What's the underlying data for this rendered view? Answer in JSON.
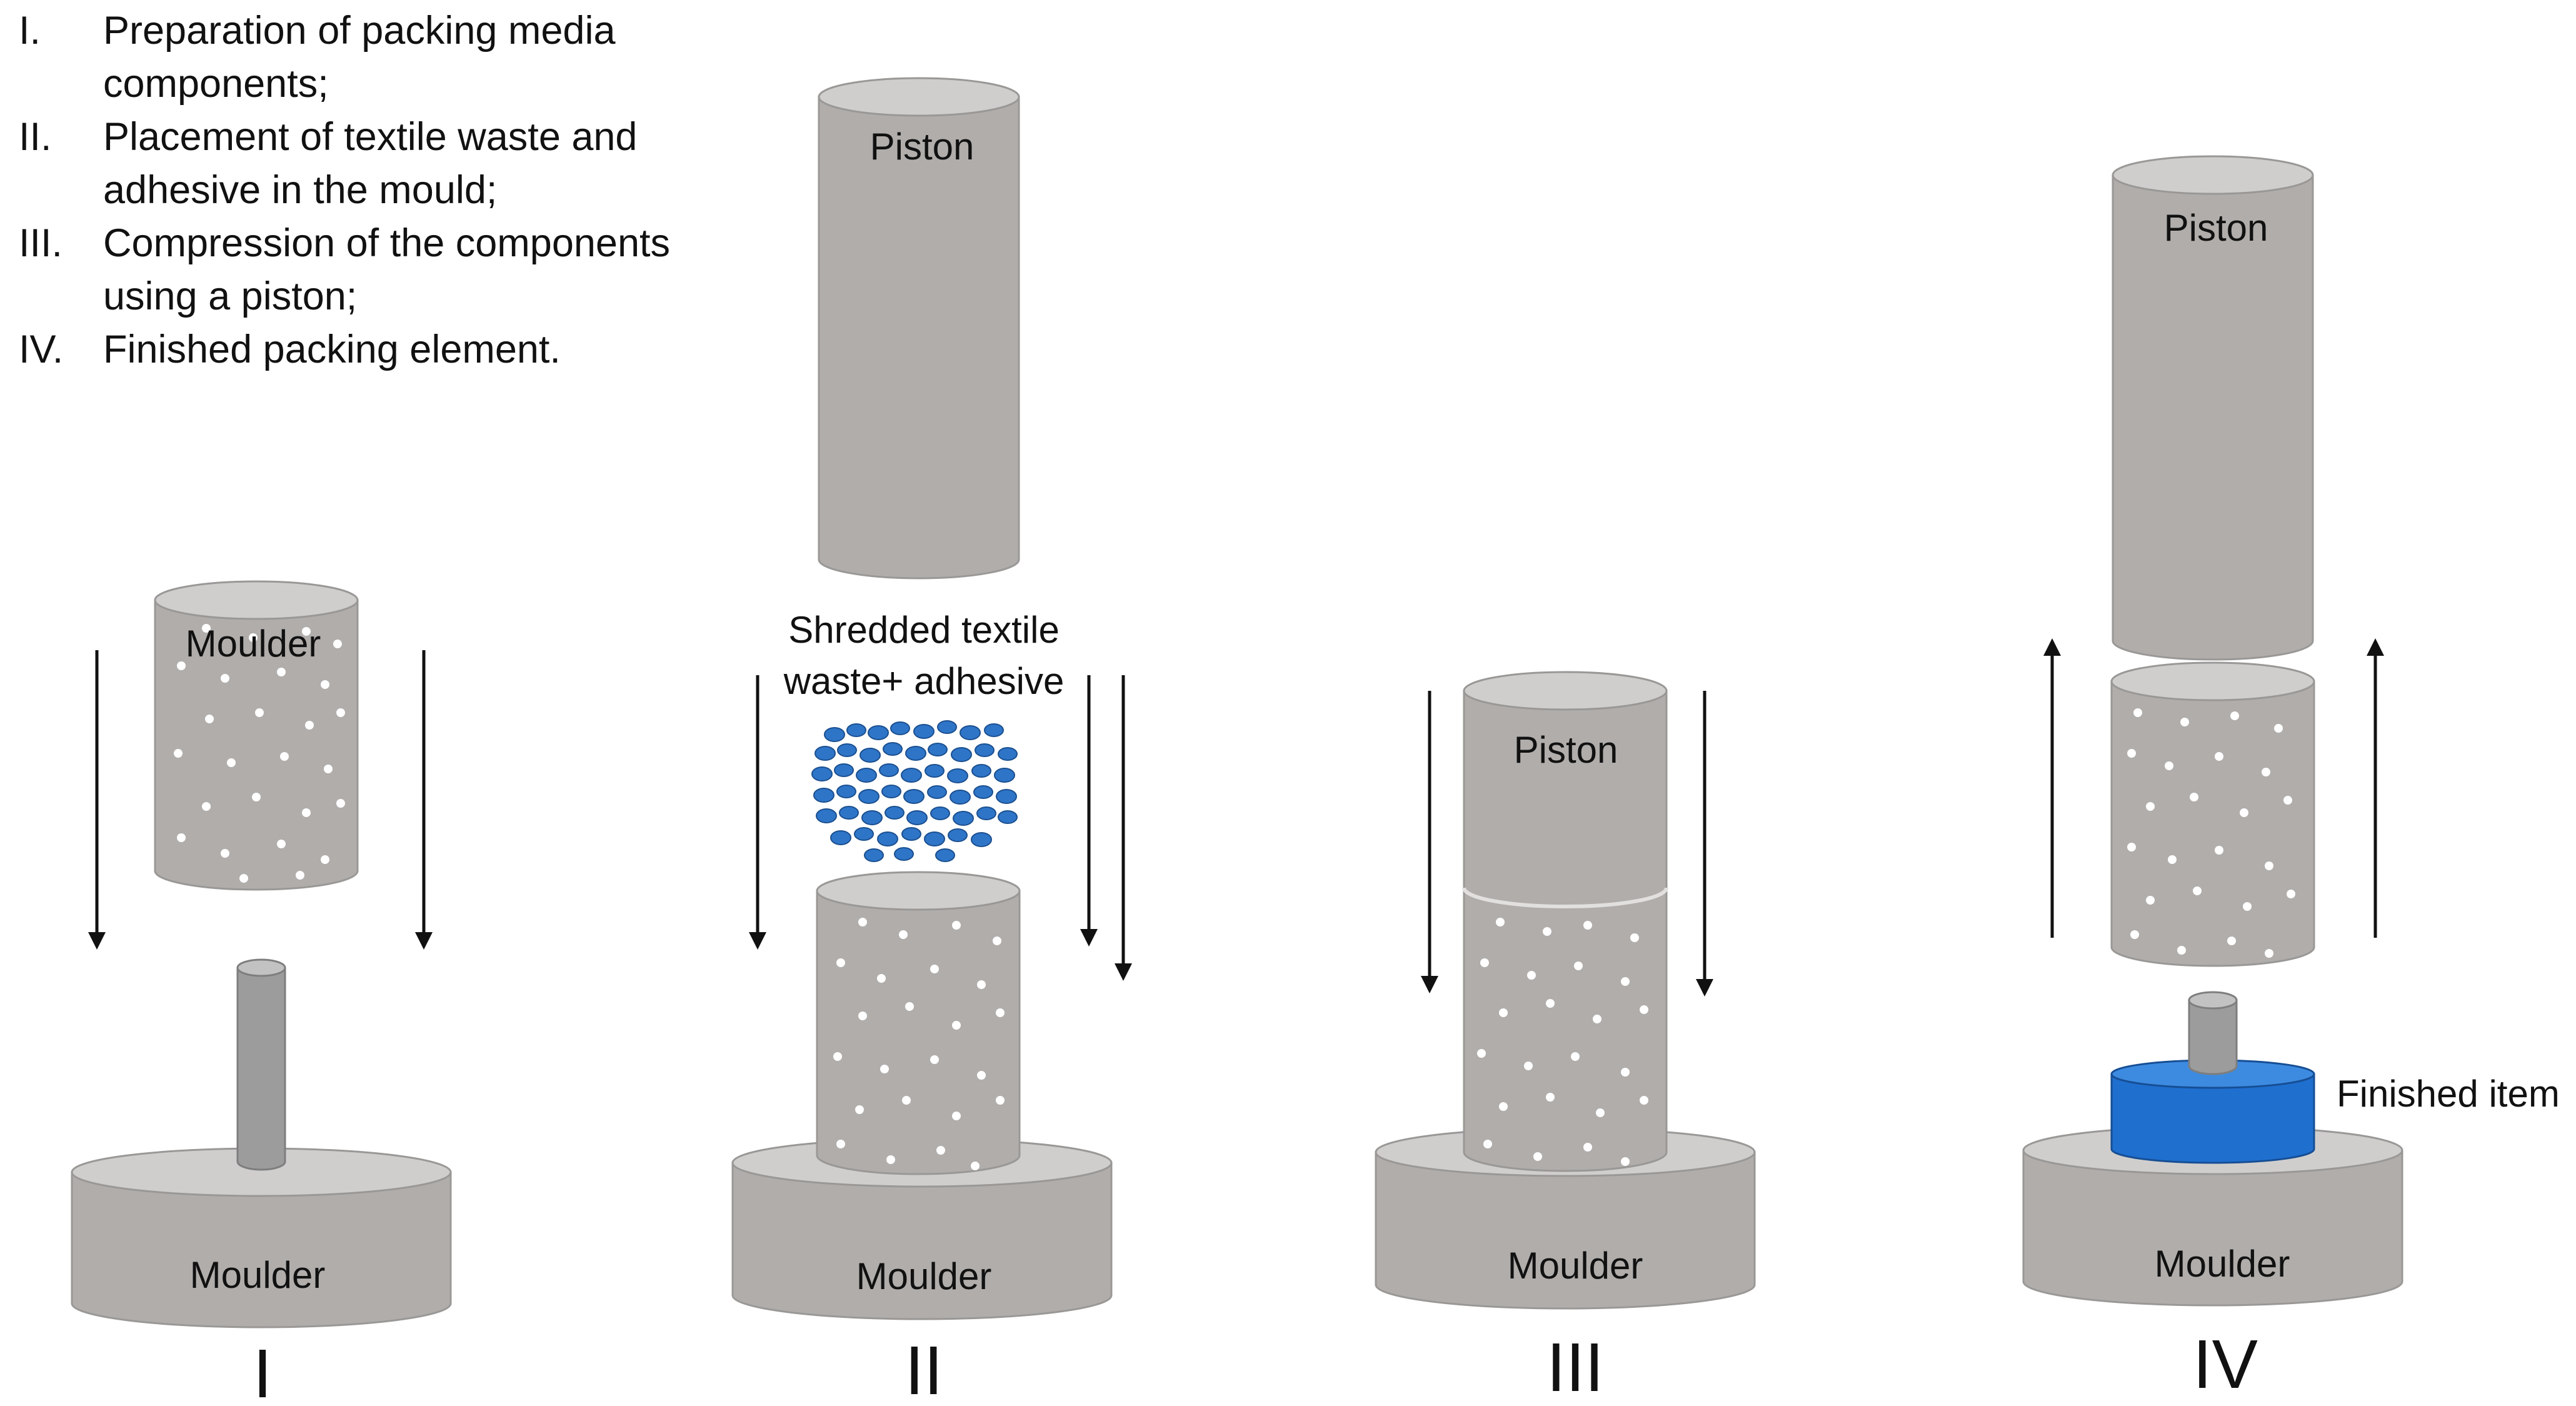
{
  "steps": [
    {
      "numeral": "I.",
      "lines": [
        "Preparation of packing media",
        "components;"
      ]
    },
    {
      "numeral": "II.",
      "lines": [
        "Placement of textile waste and",
        "adhesive in the mould;"
      ]
    },
    {
      "numeral": "III.",
      "lines": [
        "Compression of the components",
        "using a piston;"
      ]
    },
    {
      "numeral": "IV.",
      "lines": [
        "Finished packing element."
      ]
    }
  ],
  "labels": {
    "piston": "Piston",
    "moulder": "Moulder",
    "shredded_line1": "Shredded textile",
    "shredded_line2": "waste+ adhesive",
    "finished_item": "Finished item"
  },
  "stages": [
    "I",
    "II",
    "III",
    "IV"
  ],
  "colors": {
    "cylinder_body": "#b0adab",
    "cylinder_top": "#d0cecd",
    "rod": "#9c9c9c",
    "particles": "#2e75c8",
    "finished_item": "#1f6fcf",
    "arrow": "#111111"
  }
}
